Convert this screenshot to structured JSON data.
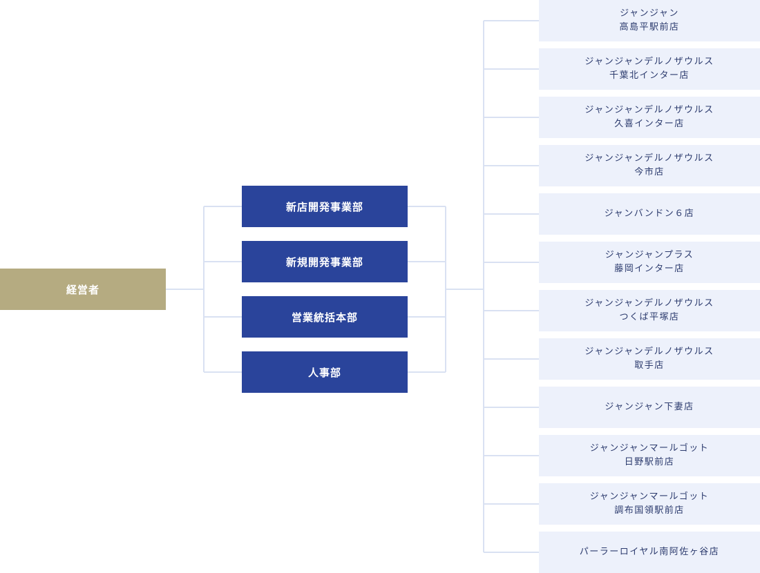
{
  "org_chart": {
    "ceo": "経営者",
    "departments": [
      "新店開発事業部",
      "新規開発事業部",
      "営業統括本部",
      "人事部"
    ],
    "stores": [
      {
        "line1": "ジャンジャン",
        "line2": "高島平駅前店"
      },
      {
        "line1": "ジャンジャンデルノザウルス",
        "line2": "千葉北インター店"
      },
      {
        "line1": "ジャンジャンデルノザウルス",
        "line2": "久喜インター店"
      },
      {
        "line1": "ジャンジャンデルノザウルス",
        "line2": "今市店"
      },
      {
        "line1": "ジャンバンドン６店",
        "line2": ""
      },
      {
        "line1": "ジャンジャンプラス",
        "line2": "藤岡インター店"
      },
      {
        "line1": "ジャンジャンデルノザウルス",
        "line2": "つくば平塚店"
      },
      {
        "line1": "ジャンジャンデルノザウルス",
        "line2": "取手店"
      },
      {
        "line1": "ジャンジャン下妻店",
        "line2": ""
      },
      {
        "line1": "ジャンジャンマールゴット",
        "line2": "日野駅前店"
      },
      {
        "line1": "ジャンジャンマールゴット",
        "line2": "調布国領駅前店"
      },
      {
        "line1": "パーラーロイヤル南阿佐ヶ谷店",
        "line2": ""
      }
    ],
    "colors": {
      "ceo_box": "#b5ab81",
      "department_box": "#2a449b",
      "store_box": "#edf1fb",
      "store_text": "#2b3a6d",
      "connector": "#d9e1f2"
    }
  }
}
